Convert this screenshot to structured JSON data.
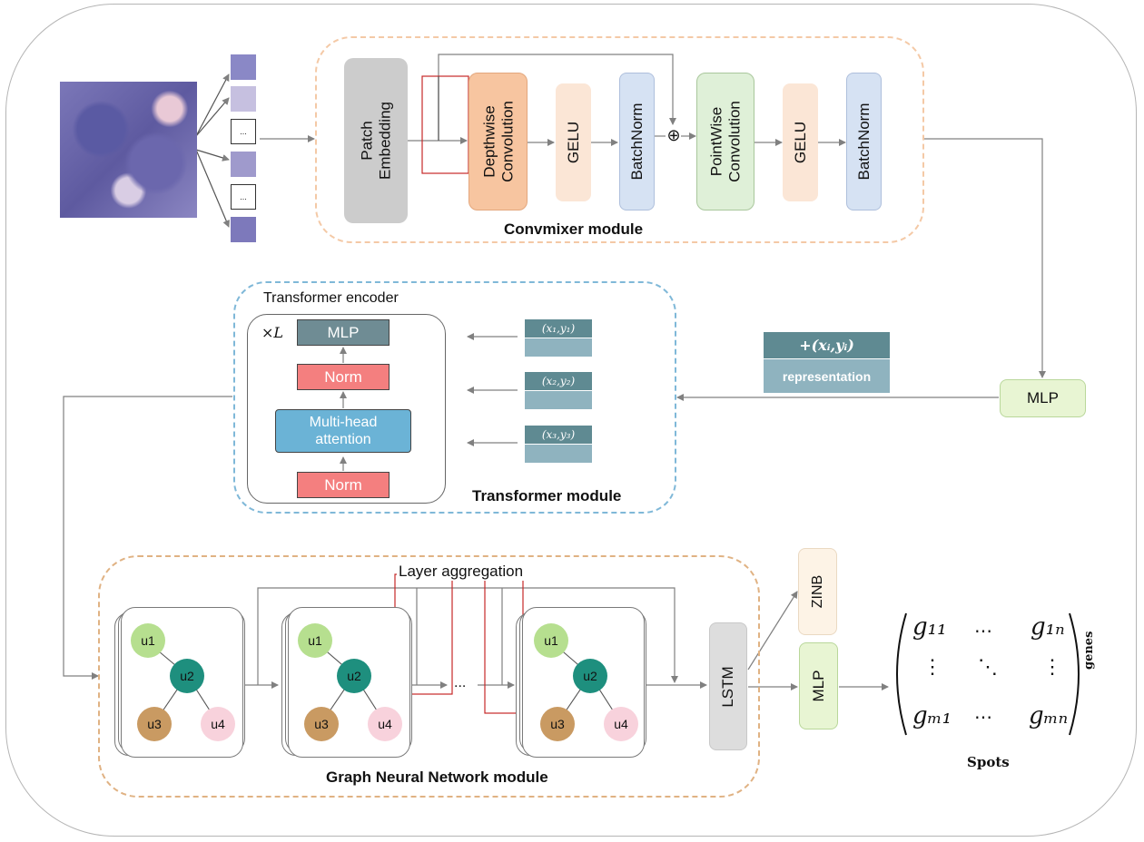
{
  "convmixer": {
    "patch_embedding": "Patch\nEmbedding",
    "depthwise": "Depthwise\nConvolution",
    "gelu1": "GELU",
    "batchnorm1": "BatchNorm",
    "plus": "⊕",
    "pointwise": "PointWise\nConvolution",
    "gelu2": "GELU",
    "batchnorm2": "BatchNorm",
    "module_label": "Convmixer module",
    "tile_ellipsis_1": "...",
    "tile_ellipsis_2": "..."
  },
  "transformer": {
    "encoder_title": "Transformer encoder",
    "xL": "×L",
    "mlp": "MLP",
    "norm_top": "Norm",
    "mha": "Multi-head\nattention",
    "norm_bottom": "Norm",
    "module_label": "Transformer module",
    "coords": [
      "(x₁,y₁)",
      "(x₂,y₂)",
      "(x₃,y₃)"
    ]
  },
  "representation": {
    "coord_label": "+(xᵢ,yᵢ)",
    "label": "representation"
  },
  "mlp_right": "MLP",
  "gnn": {
    "layer_aggregation": "Layer aggregation",
    "nodes": [
      "u1",
      "u2",
      "u3",
      "u4"
    ],
    "ellipsis": "...",
    "lstm": "LSTM",
    "zinb": "ZINB",
    "mlp": "MLP",
    "module_label": "Graph Neural Network module"
  },
  "matrix": {
    "g11": "g₁₁",
    "g1n": "g₁ₙ",
    "gm1": "gₘ₁",
    "gmn": "gₘₙ",
    "hdots": "⋯",
    "vdots": "⋮",
    "ddots": "⋱",
    "genes": "genes",
    "spots": "Spots"
  },
  "colors": {
    "convmixer_border": "#f4c9a6",
    "transformer_border": "#7fb8d8",
    "gnn_border": "#e0b283",
    "patch_embedding": "#cccccc",
    "depthwise": "#f7c5a0",
    "gelu": "#fbe6d6",
    "batchnorm": "#d6e2f3",
    "pointwise": "#dff0d8",
    "mlp_green": "#e8f5d3",
    "teal_dark": "#5f8a92",
    "teal_light": "#8fb3bf",
    "norm": "#f47f7f",
    "mha": "#6bb3d6",
    "mlp_transformer": "#6f8c94",
    "node_u1": "#b6df8f",
    "node_u2": "#1e8f7e",
    "node_u3": "#c99a62",
    "node_u4": "#f8d2dc",
    "lstm": "#dddddd",
    "zinb": "#fdf3e6"
  }
}
